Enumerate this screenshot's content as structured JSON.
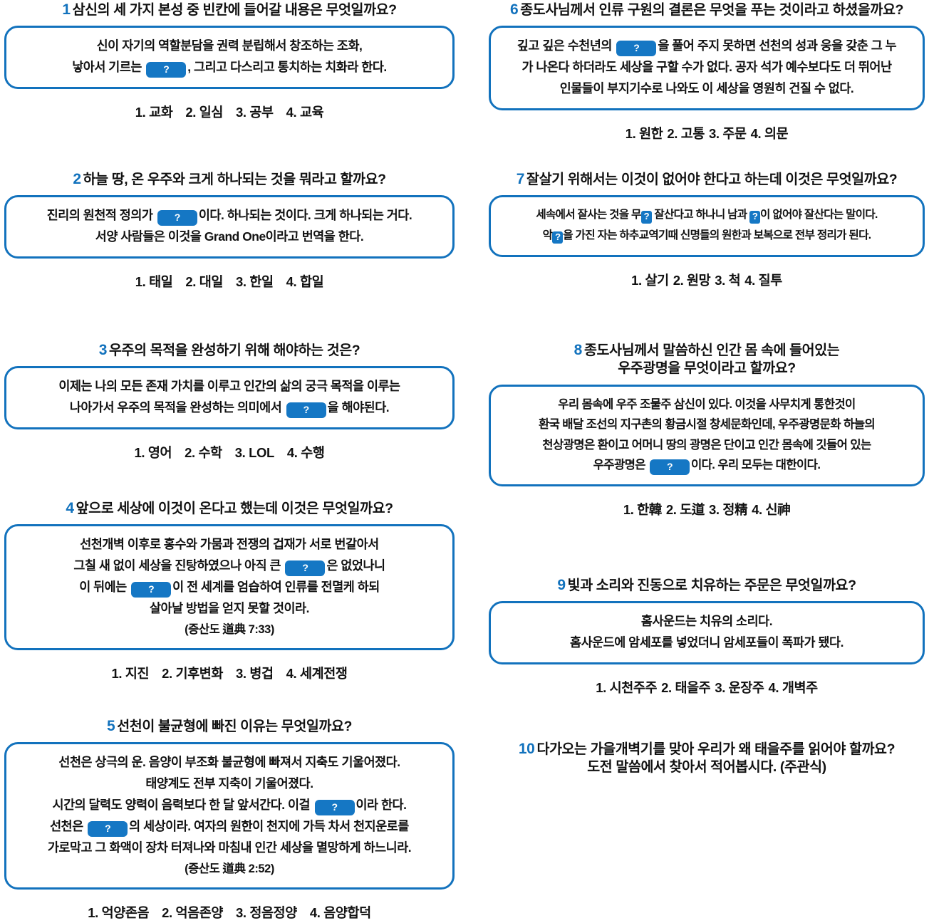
{
  "document": {
    "title": "증산도 도전 퀴즈 (객관식 10문항)",
    "accent_color": "#1272bd",
    "blank_chip_color": "#1577c4",
    "blank_label": "?"
  },
  "left_column": [
    {
      "number": "1",
      "title": "삼신의 세 가지 본성 중 빈칸에 들어갈 내용은 무엇일까요?",
      "box_lines": [
        "신이 자기의 역할분담을 권력 분립해서 창조하는 조화,",
        "낳아서 기르는 [?], 그리고 다스리고 통치하는 치화라 한다."
      ],
      "options": [
        "1. 교화",
        "2. 일심",
        "3. 공부",
        "4. 교육"
      ]
    },
    {
      "number": "2",
      "title": "하늘 땅, 온 우주와 크게 하나되는 것을 뭐라고 할까요?",
      "box_lines": [
        "진리의 원천적 정의가 [?]이다. 하나되는 것이다. 크게 하나되는 거다.",
        "서양 사람들은 이것을 Grand One이라고 번역을 한다."
      ],
      "options": [
        "1. 태일",
        "2. 대일",
        "3. 한일",
        "4. 합일"
      ]
    },
    {
      "number": "3",
      "title": "우주의 목적을 완성하기 위해 해야하는 것은?",
      "box_lines": [
        "이제는 나의 모든 존재 가치를 이루고 인간의 삶의 궁극 목적을 이루는",
        "나아가서 우주의 목적을 완성하는 의미에서 [?]을 해야된다."
      ],
      "options": [
        "1. 영어",
        "2. 수학",
        "3. LOL",
        "4. 수행"
      ]
    },
    {
      "number": "4",
      "title": "앞으로 세상에 이것이 온다고 했는데 이것은 무엇일까요?",
      "box_lines": [
        "선천개벽 이후로 홍수와 가뭄과 전쟁의 겁재가 서로 번갈아서",
        "그칠 새 없이 세상을 진탕하였으나 아직 큰 [?]은 없었나니",
        "이 뒤에는 [?]이 전 세계를 엄습하여 인류를 전멸케 하되",
        "살아날 방법을 얻지 못할 것이라."
      ],
      "citation": "(증산도 道典 7:33)",
      "options": [
        "1. 지진",
        "2. 기후변화",
        "3. 병겁",
        "4. 세계전쟁"
      ]
    },
    {
      "number": "5",
      "title": "선천이 불균형에 빠진 이유는 무엇일까요?",
      "box_lines": [
        "선천은 상극의 운. 음양이 부조화 불균형에 빠져서 지축도 기울어졌다.",
        "태양계도 전부 지축이 기울어졌다.",
        "시간의 달력도 양력이 음력보다 한 달 앞서간다. 이걸 [?]이라 한다.",
        "선천은 [?]의 세상이라. 여자의 원한이 천지에 가득 차서 천지운로를",
        "가로막고 그 화액이 장차 터져나와 마침내 인간 세상을 멸망하게 하느니라."
      ],
      "citation": "(증산도 道典 2:52)",
      "options": [
        "1. 억양존음",
        "2. 억음존양",
        "3. 정음정양",
        "4. 음양합덕"
      ]
    }
  ],
  "right_column": [
    {
      "number": "6",
      "title": "종도사님께서 인류 구원의 결론은 무엇을 푸는 것이라고 하셨을까요?",
      "box_lines": [
        "깊고 깊은 수천년의 [?]을 풀어 주지 못하면 선천의 성과 웅을 갖춘 그 누",
        "가 나온다 하더라도 세상을 구할 수가 없다. 공자 석가 예수보다도 더 뛰어난",
        "인물들이 부지기수로 나와도 이 세상을 영원히 건질 수 없다."
      ],
      "options": [
        "1. 원한",
        "2. 고통",
        "3. 주문",
        "4. 의문"
      ]
    },
    {
      "number": "7",
      "title": "잘살기 위해서는 이것이 없어야 한다고 하는데 이것은 무엇일까요?",
      "box_lines": [
        "세속에서 잘사는 것을 무[?] 잘산다고 하나니 남과 [?]이 없어야 잘산다는 말이다.",
        "악[?]을 가진 자는 하추교역기때 신명들의 원한과 보복으로 전부 정리가 된다."
      ],
      "options": [
        "1. 살기",
        "2. 원망",
        "3. 척",
        "4. 질투"
      ]
    },
    {
      "number": "8",
      "title": "종도사님께서 말씀하신 인간 몸 속에 들어있는\n우주광명을 무엇이라고 할까요?",
      "box_lines": [
        "우리 몸속에 우주 조물주 삼신이 있다. 이것을 사무치게 통한것이",
        "환국 배달 조선의 지구촌의 황금시절 창세문화인데, 우주광명문화 하늘의",
        "천상광명은 환이고 어머니 땅의 광명은 단이고 인간 몸속에 깃들어 있는",
        "우주광명은 [?]이다. 우리 모두는 대한이다."
      ],
      "options": [
        "1. 한韓",
        "2. 도道",
        "3. 정精",
        "4. 신神"
      ]
    },
    {
      "number": "9",
      "title": "빛과 소리와 진동으로 치유하는 주문은 무엇일까요?",
      "box_lines": [
        "홈사운드는 치유의 소리다.",
        "홈사운드에 암세포를 넣었더니 암세포들이 폭파가 됐다."
      ],
      "options": [
        "1. 시천주주",
        "2. 태을주",
        "3. 운장주",
        "4. 개벽주"
      ]
    },
    {
      "number": "10",
      "title": "다가오는 가을개벽기를 맞아 우리가 왜 태을주를 읽어야 할까요?\n도전 말씀에서 찾아서 적어봅시다. (주관식)",
      "box_lines": [],
      "options": []
    }
  ]
}
